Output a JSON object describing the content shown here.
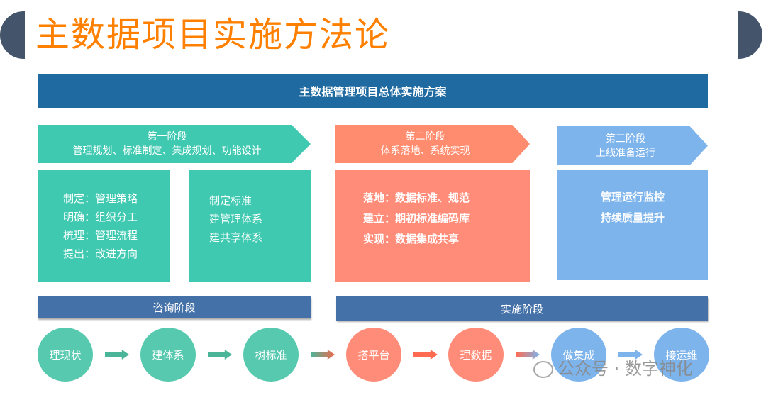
{
  "title": "主数据项目实施方法论",
  "banner": "主数据管理项目总体实施方案",
  "phases": [
    {
      "name": "第一阶段",
      "desc": "管理规划、标准制定、集成规划、功能设计"
    },
    {
      "name": "第二阶段",
      "desc": "体系落地、系统实现"
    },
    {
      "name": "第三阶段",
      "desc": "上线准备运行"
    }
  ],
  "boxes": {
    "g1": [
      "制定：管理策略",
      "明确：组织分工",
      "梳理：管理流程",
      "提出：改进方向"
    ],
    "g2": [
      "制定标准",
      "建管理体系",
      "建共享体系"
    ],
    "o": [
      "落地：数据标准、规范",
      "建立：期初标准编码库",
      "实现：数据集成共享"
    ],
    "b": [
      "管理运行监控",
      "持续质量提升"
    ]
  },
  "stages": [
    "咨询阶段",
    "实施阶段"
  ],
  "steps": [
    "理现状",
    "建体系",
    "树标准",
    "搭平台",
    "理数据",
    "做集成",
    "接运维"
  ],
  "watermark": "公众号 · 数字神化",
  "colors": {
    "green": "#3fc9b0",
    "orange": "#ff8c6e",
    "blue": "#7eb4ec",
    "navy": "#1e6aa1",
    "title": "#ff8000"
  }
}
